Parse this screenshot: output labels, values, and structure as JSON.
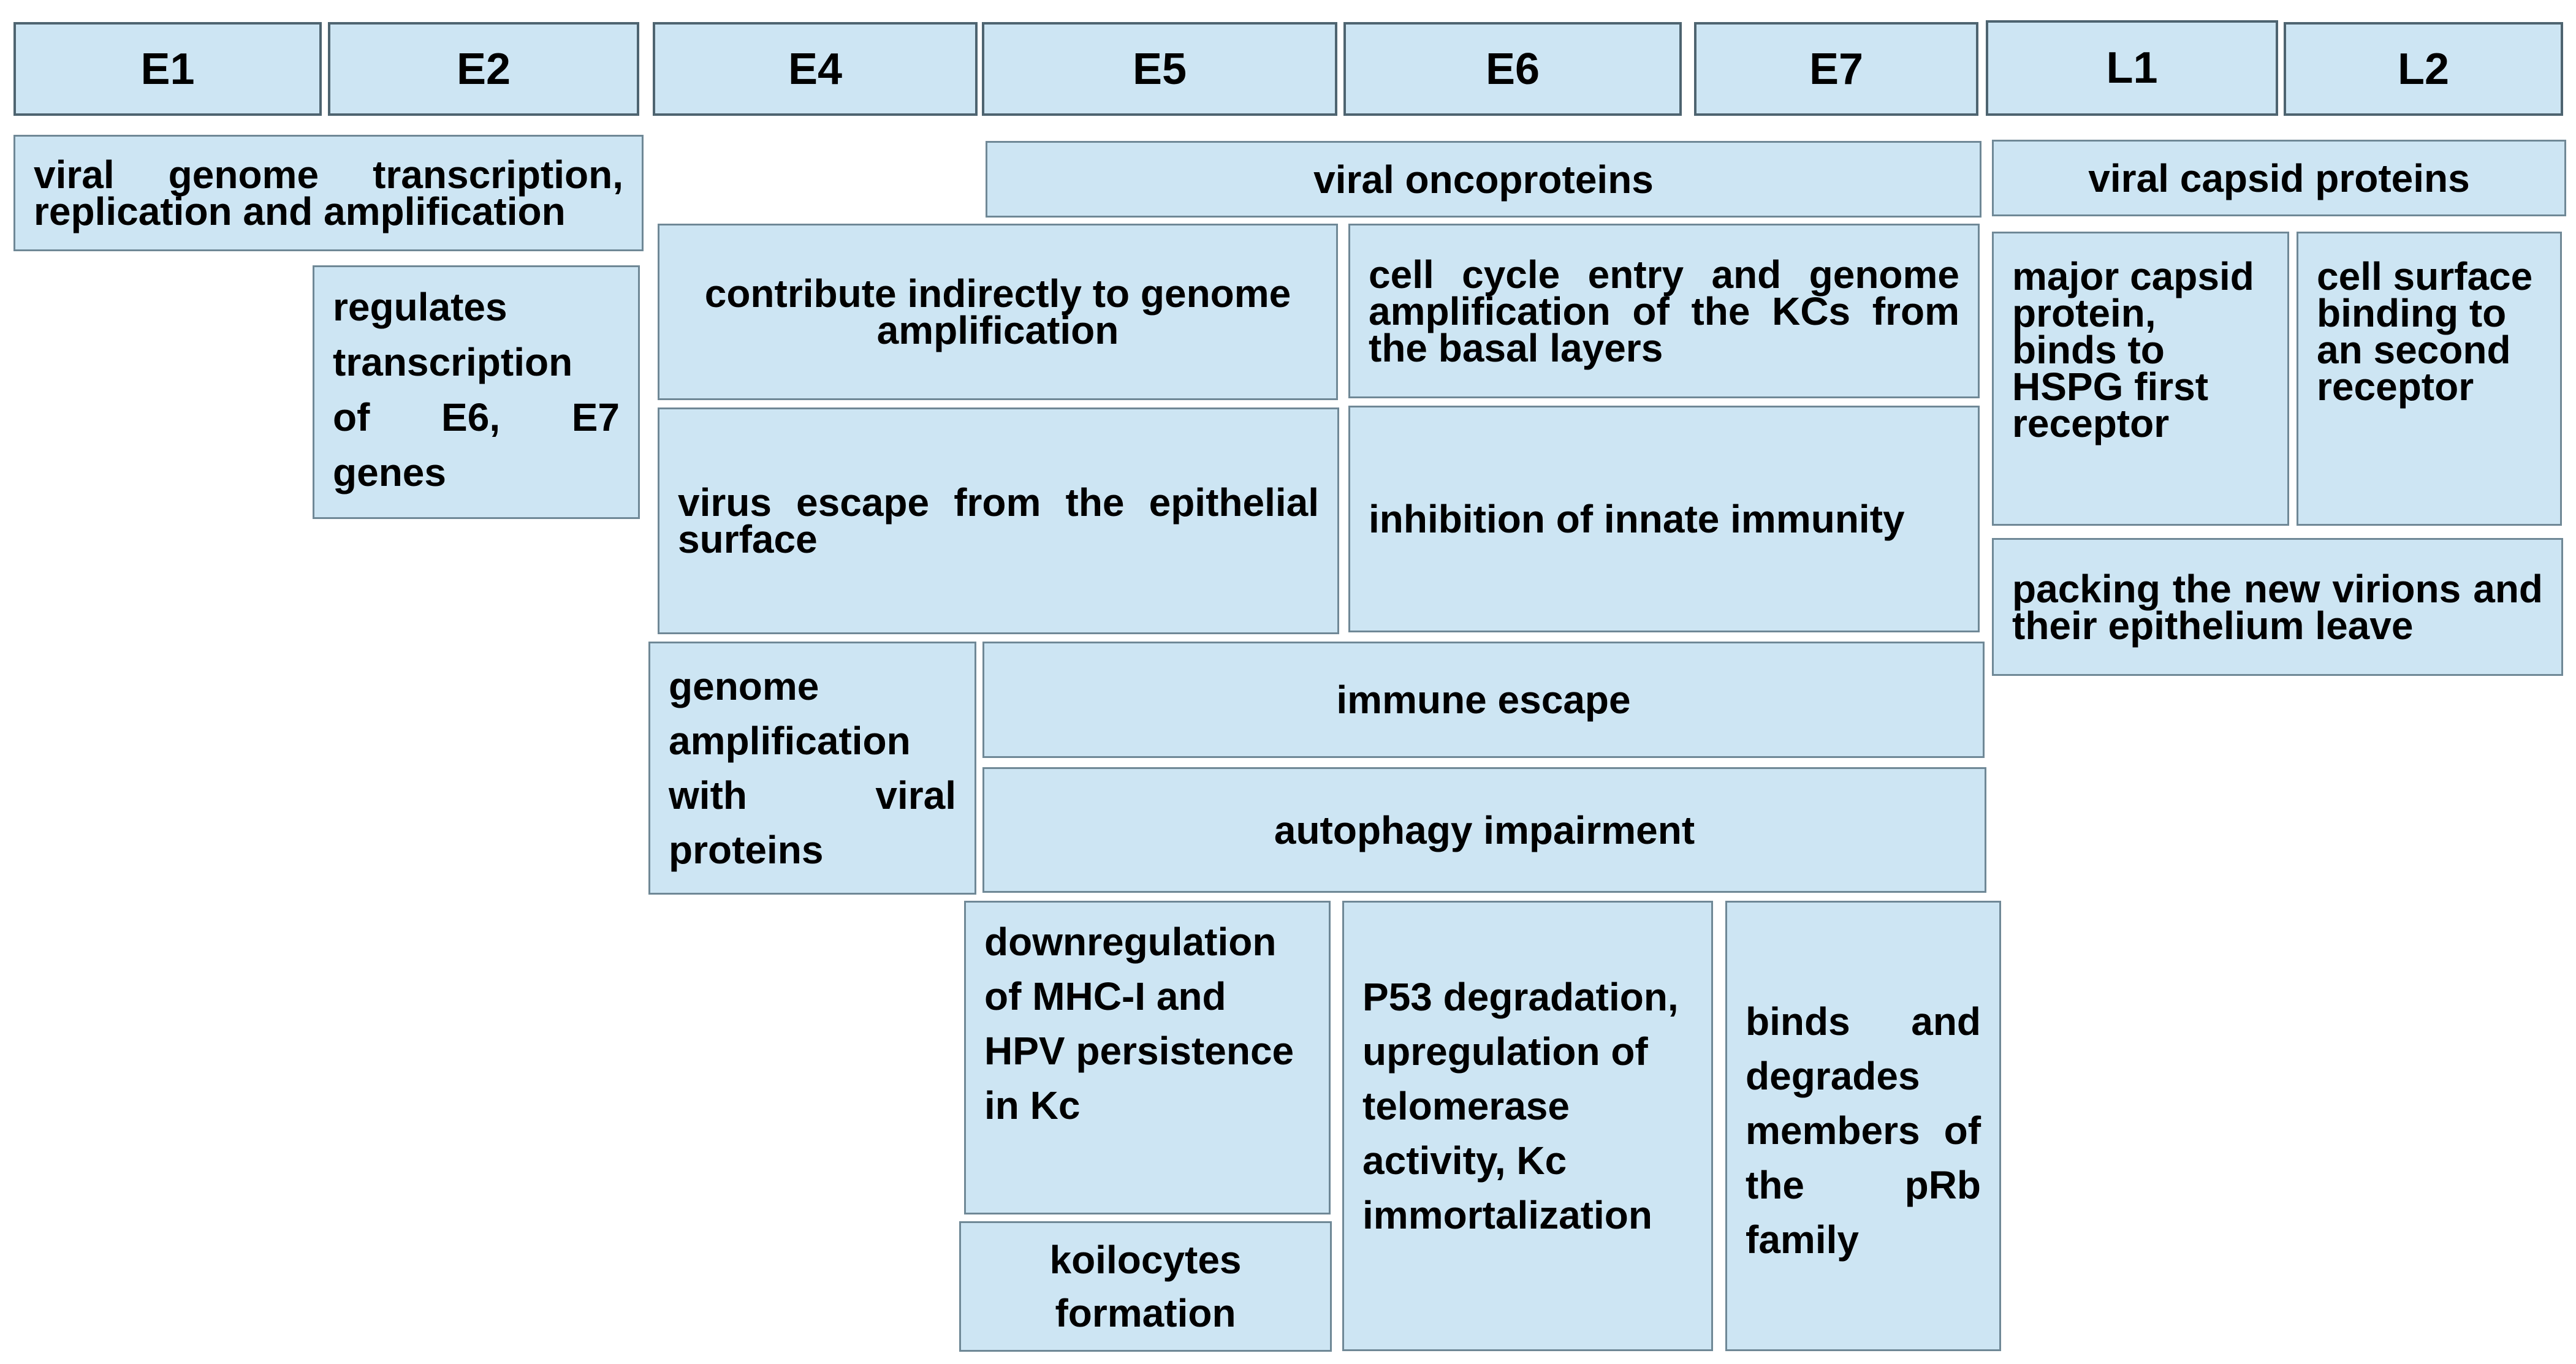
{
  "headers": {
    "e1": "E1",
    "e2": "E2",
    "e4": "E4",
    "e5": "E5",
    "e6": "E6",
    "e7": "E7",
    "l1": "L1",
    "l2": "L2"
  },
  "functions": {
    "e1_transcription": "viral genome transcription, replication and amplification",
    "e2_regulates": "regulates transcription of E6, E7 genes",
    "oncoproteins": "viral oncoproteins",
    "capsid_proteins": "viral capsid proteins",
    "contribute_indirectly": "contribute indirectly to genome amplification",
    "cell_cycle_entry": "cell cycle entry and genome amplification of the KCs from the basal layers",
    "major_capsid": "major capsid protein, binds to HSPG first receptor",
    "cell_surface_binding": "cell surface binding to an second receptor",
    "virus_escape": "virus escape from the epithelial surface",
    "innate_immunity": "inhibition of innate immunity",
    "packing_virions": "packing the new virions and their epithelium leave",
    "genome_amplification_viral": "genome amplification with viral proteins",
    "immune_escape": "immune escape",
    "autophagy": "autophagy impairment",
    "mhc_downregulation": "downregulation of MHC-I and HPV persistence in Kc",
    "koilocytes": "koilocytes formation",
    "p53_degradation": "P53 degradation, upregulation of telomerase activity, Kc immortalization",
    "prb_binding": "binds and degrades members of the pRb family"
  },
  "colors": {
    "box_fill": "#cde5f3",
    "box_border": "#6f8896",
    "text": "#000000"
  }
}
